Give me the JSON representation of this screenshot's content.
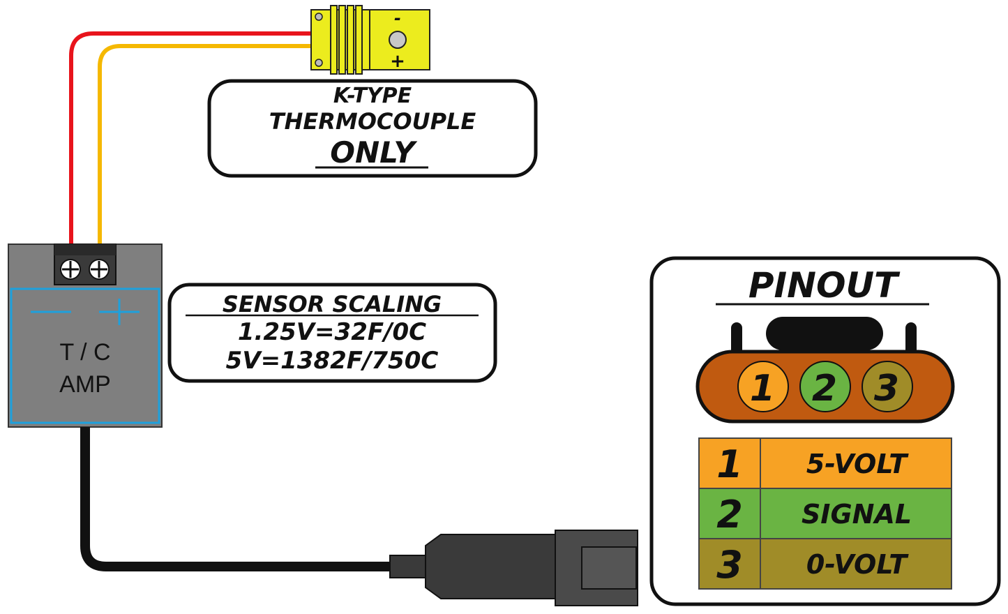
{
  "thermocouple_connector": {
    "minus": "-",
    "plus": "+"
  },
  "thermocouple_label": {
    "line1": "K-TYPE",
    "line2": "THERMOCOUPLE",
    "line3": "ONLY"
  },
  "amp": {
    "minus": "—",
    "plus": "+",
    "line1": "T / C",
    "line2": "AMP"
  },
  "scaling": {
    "title": "SENSOR SCALING",
    "line1": "1.25V=32F/0C",
    "line2": "5V=1382F/750C"
  },
  "pinout": {
    "title": "PINOUT",
    "connector_pins": [
      "1",
      "2",
      "3"
    ],
    "rows": [
      {
        "pin": "1",
        "label": "5-VOLT"
      },
      {
        "pin": "2",
        "label": "SIGNAL"
      },
      {
        "pin": "3",
        "label": "0-VOLT"
      }
    ]
  },
  "colors": {
    "wire_red": "#e8141c",
    "wire_yellow": "#f5b800",
    "thermo_body": "#ecec1e",
    "amp_body": "#7f7f7f",
    "amp_border": "#1ea0dc",
    "pin1": "#f7a224",
    "pin2": "#6ab443",
    "pin3": "#a08c28",
    "connector_body": "#c05a10"
  }
}
